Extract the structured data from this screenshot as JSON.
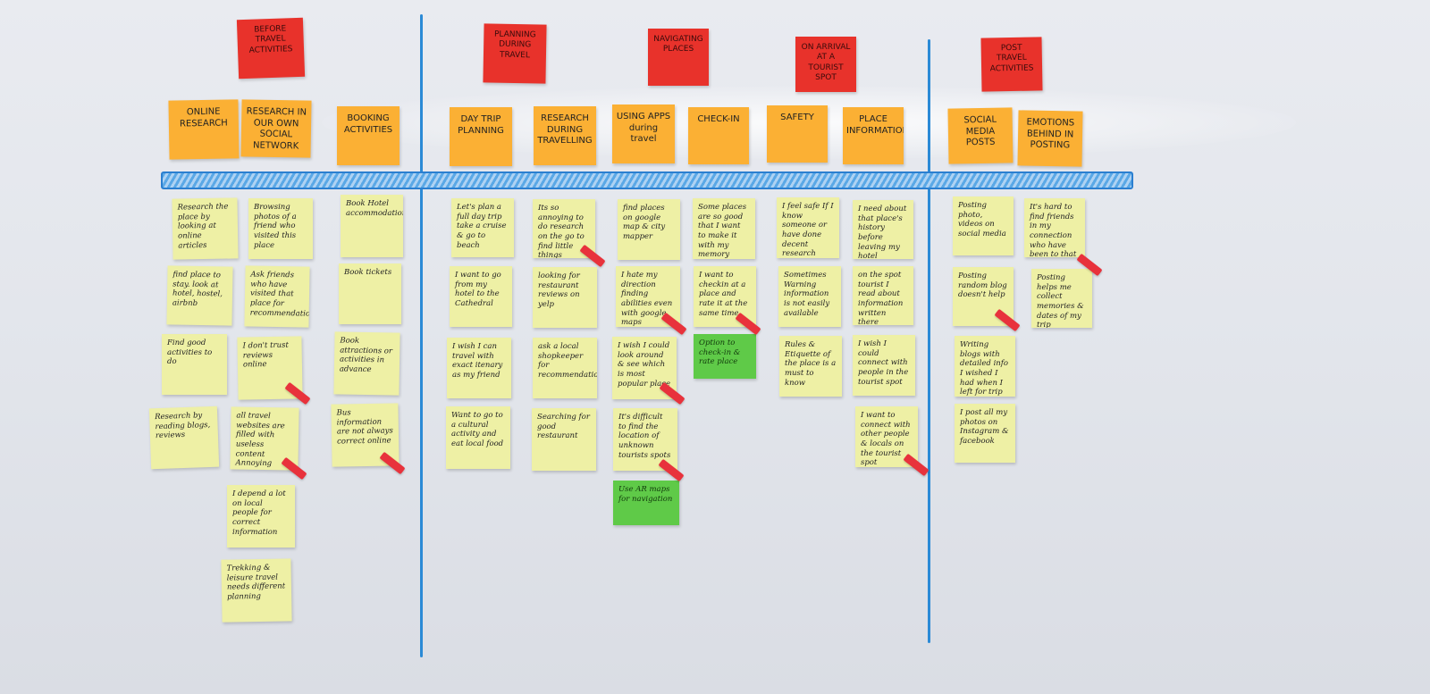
{
  "stages": [
    {
      "id": "before",
      "label": "BEFORE TRAVEL ACTIVITIES"
    },
    {
      "id": "planning",
      "label": "PLANNING DURING TRAVEL"
    },
    {
      "id": "navigating",
      "label": "NAVIGATING PLACES"
    },
    {
      "id": "arrival",
      "label": "ON ARRIVAL AT A TOURIST SPOT"
    },
    {
      "id": "post",
      "label": "POST TRAVEL ACTIVITIES"
    }
  ],
  "categories": [
    {
      "label": "ONLINE RESEARCH"
    },
    {
      "label": "RESEARCH IN OUR OWN SOCIAL NETWORK"
    },
    {
      "label": "BOOKING ACTIVITIES"
    },
    {
      "label": "DAY TRIP PLANNING"
    },
    {
      "label": "RESEARCH DURING TRAVELLING"
    },
    {
      "label": "USING APPS during travel"
    },
    {
      "label": "CHECK-IN"
    },
    {
      "label": "SAFETY"
    },
    {
      "label": "PLACE INFORMATION"
    },
    {
      "label": "SOCIAL MEDIA POSTS"
    },
    {
      "label": "EMOTIONS BEHIND IN POSTING"
    }
  ],
  "notes": [
    {
      "text": "Research the place by looking at online articles",
      "color": "yellow"
    },
    {
      "text": "find place to stay. look at hotel, hostel, airbnb",
      "color": "yellow"
    },
    {
      "text": "Find good activities to do",
      "color": "yellow"
    },
    {
      "text": "Research by reading blogs, reviews",
      "color": "yellow"
    },
    {
      "text": "Browsing photos of a friend who visited this place",
      "color": "yellow"
    },
    {
      "text": "Ask friends who have visited that place for recommendation",
      "color": "yellow"
    },
    {
      "text": "I don't trust reviews online",
      "color": "yellow",
      "flag": true
    },
    {
      "text": "all travel websites are filled with useless content Annoying",
      "color": "yellow",
      "flag": true
    },
    {
      "text": "I depend a lot on local people for correct information",
      "color": "yellow"
    },
    {
      "text": "Trekking & leisure travel needs different planning",
      "color": "yellow"
    },
    {
      "text": "Book Hotel accommodation",
      "color": "yellow"
    },
    {
      "text": "Book tickets",
      "color": "yellow"
    },
    {
      "text": "Book attractions or activities in advance",
      "color": "yellow"
    },
    {
      "text": "Bus information are not always correct online",
      "color": "yellow",
      "flag": true
    },
    {
      "text": "Let's plan a full day trip take a cruise & go to beach",
      "color": "yellow"
    },
    {
      "text": "I want to go from my hotel to the Cathedral",
      "color": "yellow"
    },
    {
      "text": "I wish I can travel with exact itenary as my friend",
      "color": "yellow"
    },
    {
      "text": "Want to go to a cultural activity and eat local food",
      "color": "yellow"
    },
    {
      "text": "Its so annoying to do research on the go to find little things",
      "color": "yellow",
      "flag": true
    },
    {
      "text": "looking for restaurant reviews on yelp",
      "color": "yellow"
    },
    {
      "text": "ask a local shopkeeper for recommendation",
      "color": "yellow"
    },
    {
      "text": "Searching for good restaurant",
      "color": "yellow"
    },
    {
      "text": "find places on google map & city mapper",
      "color": "yellow"
    },
    {
      "text": "I hate my direction finding abilities even with google maps",
      "color": "yellow",
      "flag": true
    },
    {
      "text": "I wish I could look around & see which is most popular place",
      "color": "yellow",
      "flag": true
    },
    {
      "text": "It's difficult to find the location of unknown tourists spots",
      "color": "yellow",
      "flag": true
    },
    {
      "text": "Use AR maps for navigation",
      "color": "green"
    },
    {
      "text": "Some places are so good that I want to make it with my memory",
      "color": "yellow"
    },
    {
      "text": "I want to checkin at a place and rate it at the same time",
      "color": "yellow",
      "flag": true
    },
    {
      "text": "Option to check-in & rate place",
      "color": "green"
    },
    {
      "text": "I feel safe If I know someone or have done decent research",
      "color": "yellow"
    },
    {
      "text": "Sometimes Warning information is not easily available",
      "color": "yellow"
    },
    {
      "text": "Rules & Etiquette of the place is a must to know",
      "color": "yellow"
    },
    {
      "text": "I need about that place's history before leaving my hotel",
      "color": "yellow"
    },
    {
      "text": "on the spot tourist I read about information written there",
      "color": "yellow"
    },
    {
      "text": "I wish I could connect with people in the tourist spot",
      "color": "yellow"
    },
    {
      "text": "I want to connect with other people & locals on the tourist spot",
      "color": "yellow",
      "flag": true
    },
    {
      "text": "Posting photo, videos on social media",
      "color": "yellow"
    },
    {
      "text": "Posting random blog doesn't help",
      "color": "yellow",
      "flag": true
    },
    {
      "text": "Writing blogs with detailed info I wished I had when I left for trip",
      "color": "yellow"
    },
    {
      "text": "I post all my photos on Instagram & facebook",
      "color": "yellow"
    },
    {
      "text": "It's hard to find friends in my connection who have been to that place",
      "color": "yellow",
      "flag": true
    },
    {
      "text": "Posting helps me collect memories & dates of my trip",
      "color": "yellow"
    }
  ]
}
